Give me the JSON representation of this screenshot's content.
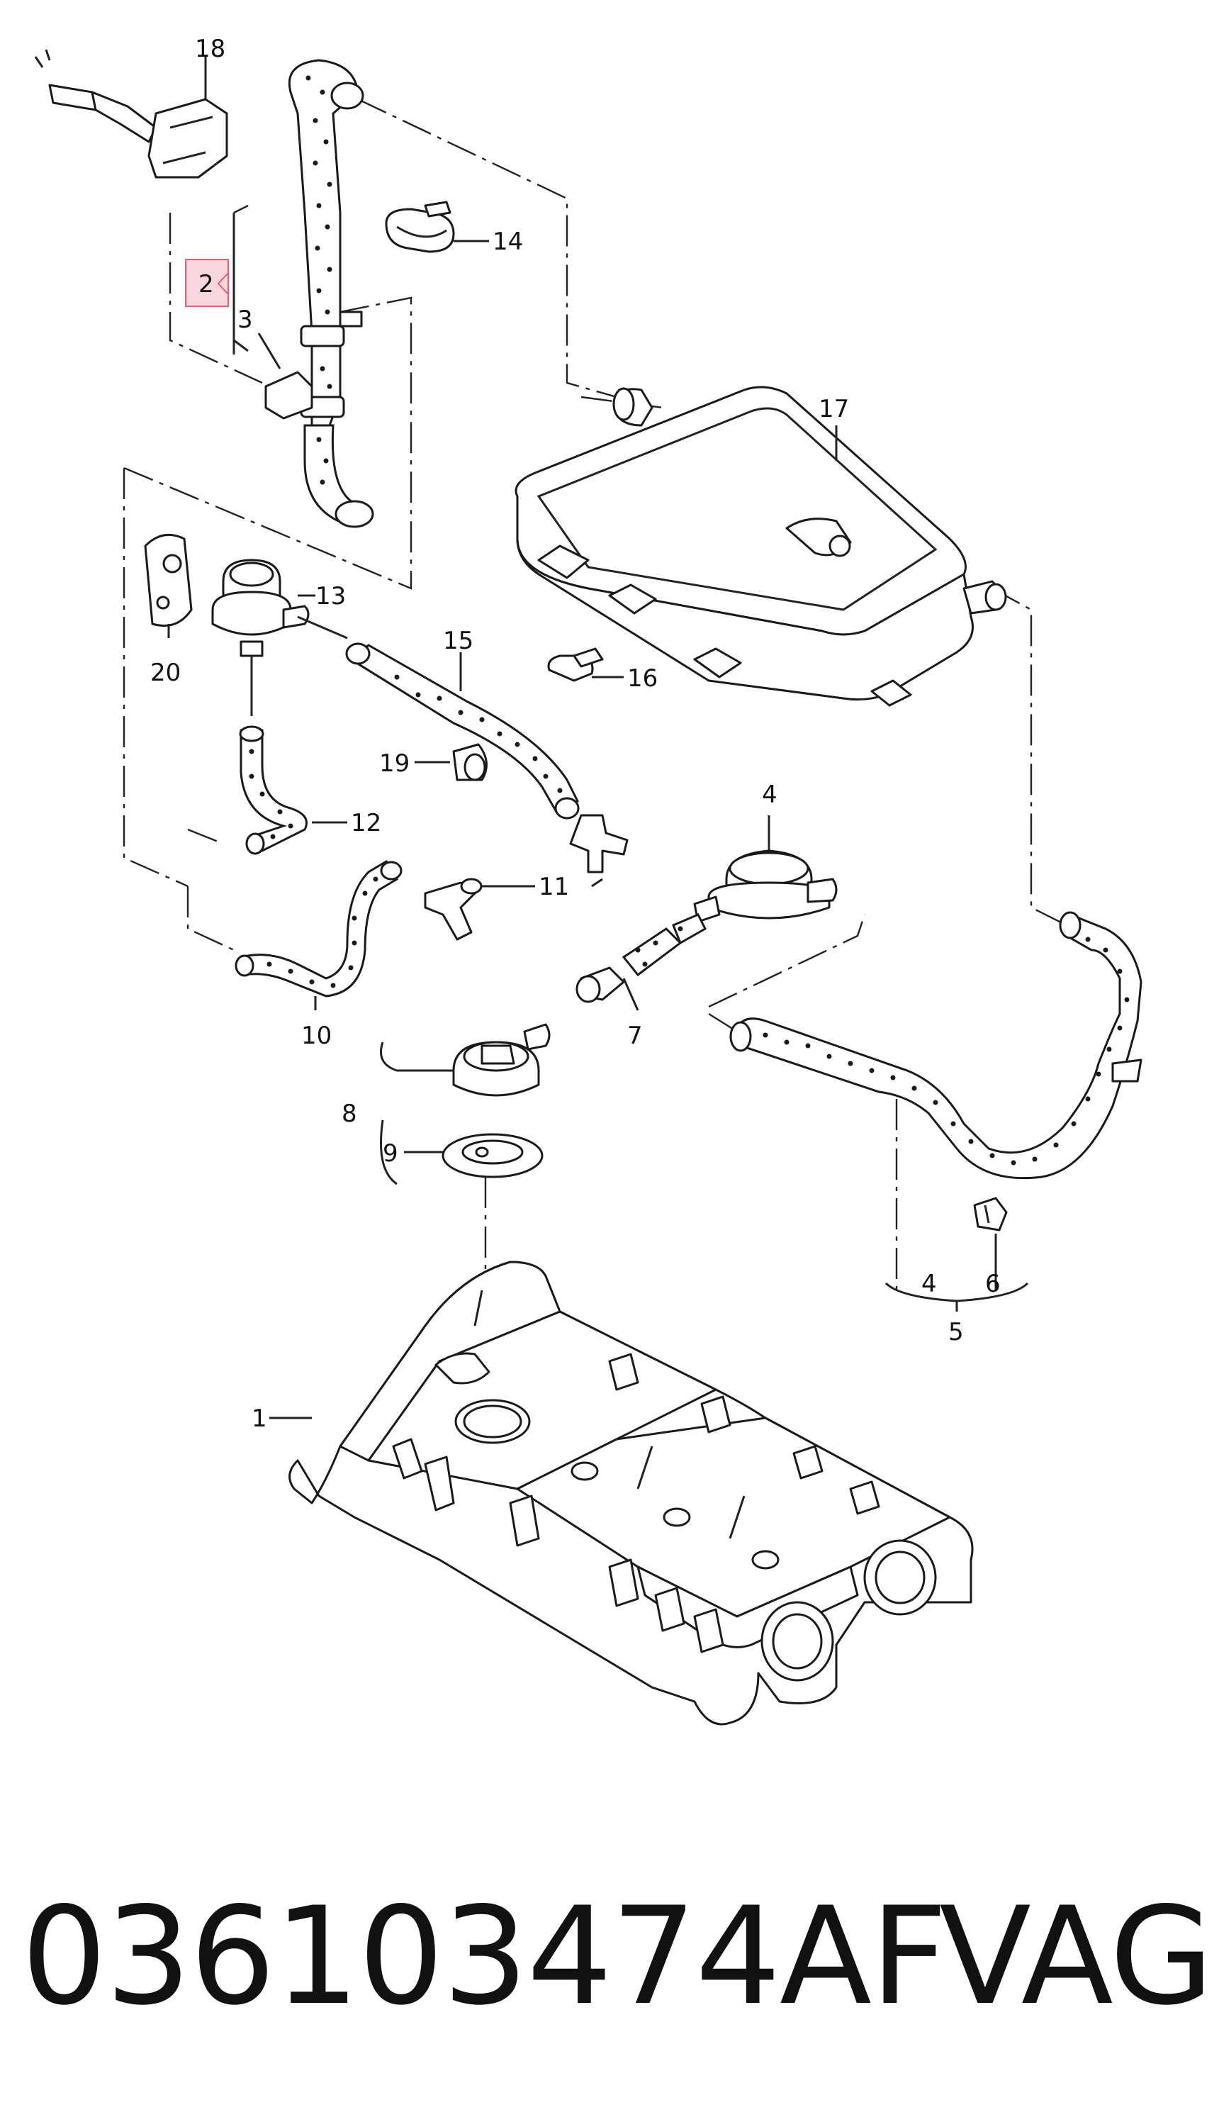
{
  "diagram": {
    "callouts": {
      "c1": "1",
      "c2": "2",
      "c3": "3",
      "c4": "4",
      "c5": "5",
      "c6": "6",
      "c7": "7",
      "c8": "8",
      "c9": "9",
      "c10": "10",
      "c11": "11",
      "c12": "12",
      "c13": "13",
      "c14": "14",
      "c15": "15",
      "c16": "16",
      "c17": "17",
      "c18": "18",
      "c19": "19",
      "c20": "20",
      "c4b": "4"
    },
    "highlight_color": "#f8d7dc",
    "highlight_stroke": "#e06070"
  },
  "caption": {
    "part_number": "036103474AF",
    "brand": "VAG"
  }
}
